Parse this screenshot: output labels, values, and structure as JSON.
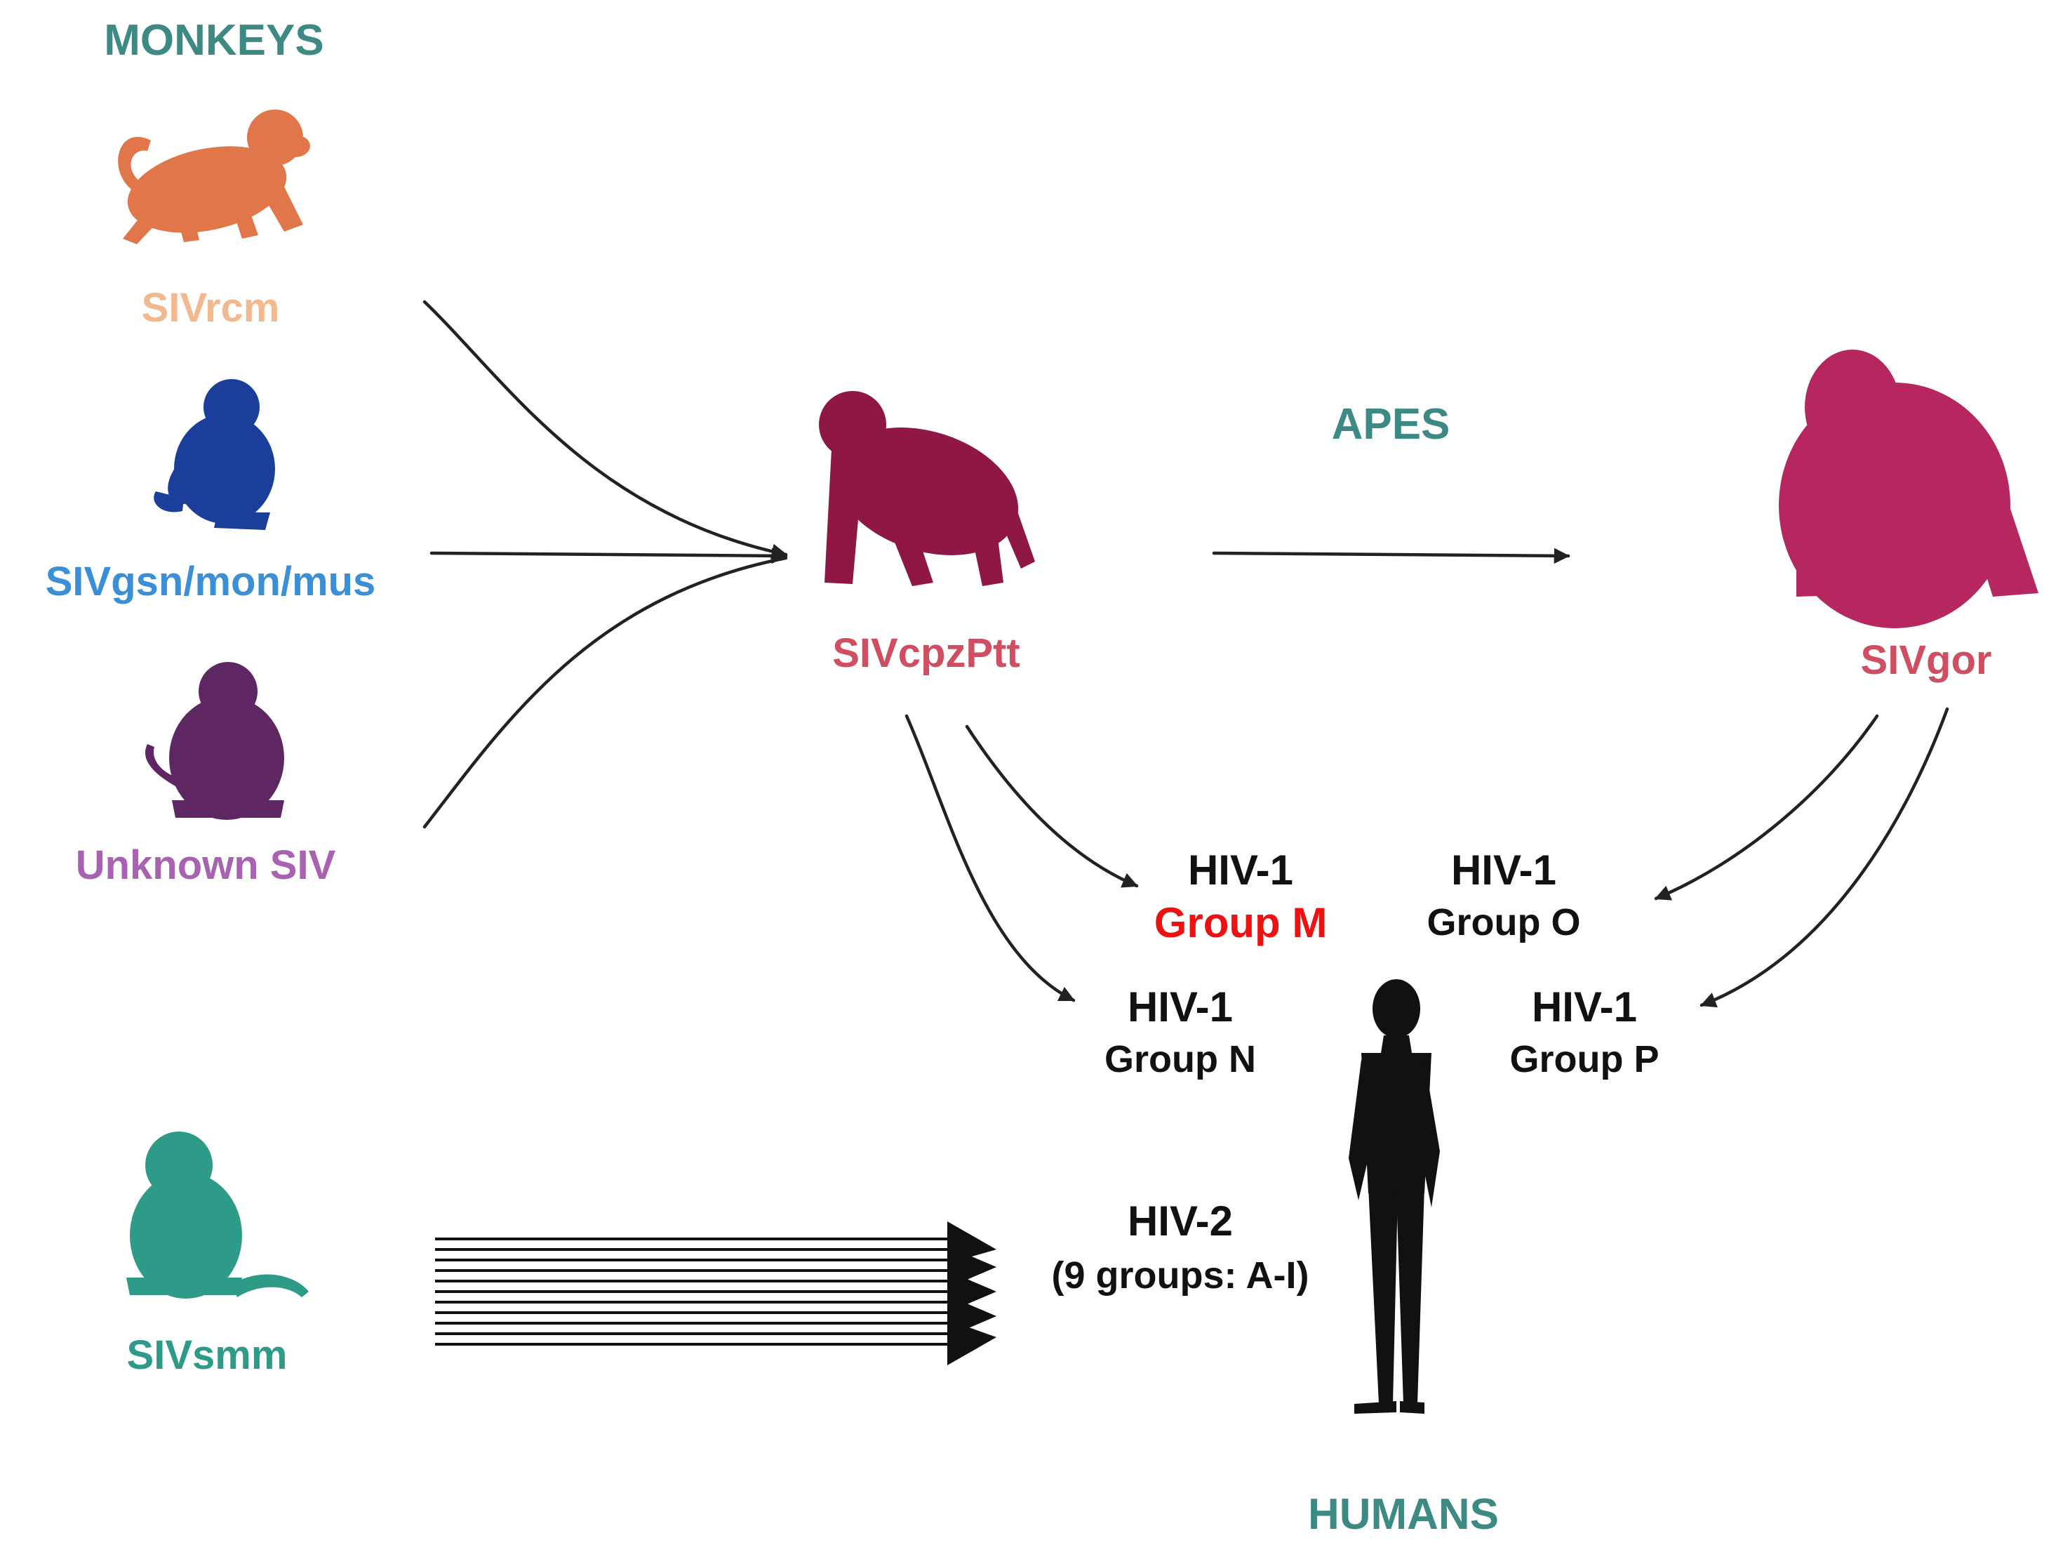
{
  "sections": {
    "monkeys": "MONKEYS",
    "apes": "APES",
    "humans": "HUMANS"
  },
  "species": {
    "rcm": "SIVrcm",
    "gsn": "SIVgsn/mon/mus",
    "unknown": "Unknown SIV",
    "smm": "SIVsmm",
    "cpz": "SIVcpzPtt",
    "gor": "SIVgor"
  },
  "hiv_groups": {
    "m": {
      "name": "HIV-1",
      "group": "Group M"
    },
    "o": {
      "name": "HIV-1",
      "group": "Group O"
    },
    "n": {
      "name": "HIV-1",
      "group": "Group N"
    },
    "p": {
      "name": "HIV-1",
      "group": "Group P"
    },
    "hiv2": {
      "name": "HIV-2",
      "group": "(9 groups: A-I)"
    }
  },
  "colors": {
    "section": "#3d8a84",
    "rcm": "#e0764a",
    "rcm_label": "#f4b88e",
    "gsn": "#1a3e9a",
    "gsn_label": "#3a8fd6",
    "unknown": "#5e2763",
    "unknown_label": "#a862b1",
    "smm": "#2e9a88",
    "cpz": "#8e1746",
    "cpz_label": "#cf4e62",
    "gor": "#b5275e",
    "group_m": "#ee1111",
    "text": "#111111"
  },
  "icons": [
    "red-colobus-monkey-icon",
    "mona-monkey-icon",
    "sitting-monkey-icon",
    "sooty-mangabey-icon",
    "chimpanzee-icon",
    "gorilla-icon",
    "human-icon"
  ]
}
